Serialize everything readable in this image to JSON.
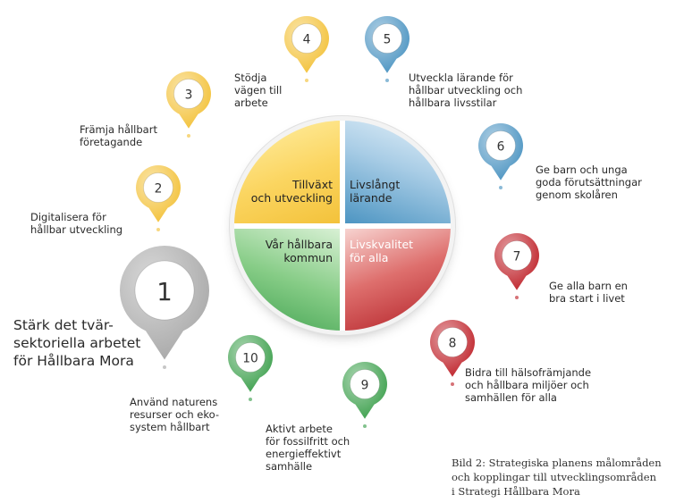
{
  "center": {
    "quadrants": {
      "top_left": "Tillväxt\noch utveckling",
      "top_right": "Livslångt\nlärande",
      "bottom_left": "Vår hållbara\nkommun",
      "bottom_right": "Livskvalitet\nför alla"
    },
    "colors": {
      "top_left": "#f3c23b",
      "top_right": "#4d95c2",
      "bottom_left": "#3fa14f",
      "bottom_right": "#b11e25"
    }
  },
  "goals": [
    {
      "number": "1",
      "text": "Stärk det tvär-\nsektoriella arbetet\nför Hållbara Mora",
      "color": "#a9a9a9"
    },
    {
      "number": "2",
      "text": "Digitalisera för\nhållbar utveckling",
      "color": "#f3c23b"
    },
    {
      "number": "3",
      "text": "Främja hållbart\nföretagande",
      "color": "#f3c23b"
    },
    {
      "number": "4",
      "text": "Stödja\nvägen till\narbete",
      "color": "#f3c23b"
    },
    {
      "number": "5",
      "text": "Utveckla lärande för\nhållbar utveckling och\nhållbara livsstilar",
      "color": "#4d95c2"
    },
    {
      "number": "6",
      "text": "Ge barn och unga\ngoda förutsättningar\ngenom skolåren",
      "color": "#4d95c2"
    },
    {
      "number": "7",
      "text": "Ge alla barn en\nbra start i livet",
      "color": "#c0262d"
    },
    {
      "number": "8",
      "text": "Bidra till hälsofrämjande\noch hållbara miljöer och\nsamhällen för alla",
      "color": "#c0262d"
    },
    {
      "number": "9",
      "text": "Aktivt arbete\nför fossilfritt och\nenergieffektivt\nsamhälle",
      "color": "#3fa14f"
    },
    {
      "number": "10",
      "text": "Använd naturens\nresurser och eko-\nsystem hållbart",
      "color": "#3fa14f"
    }
  ],
  "caption": "Bild 2: Strategiska planens målområden\noch kopplingar till utvecklingsområden\ni Strategi Hållbara Mora"
}
